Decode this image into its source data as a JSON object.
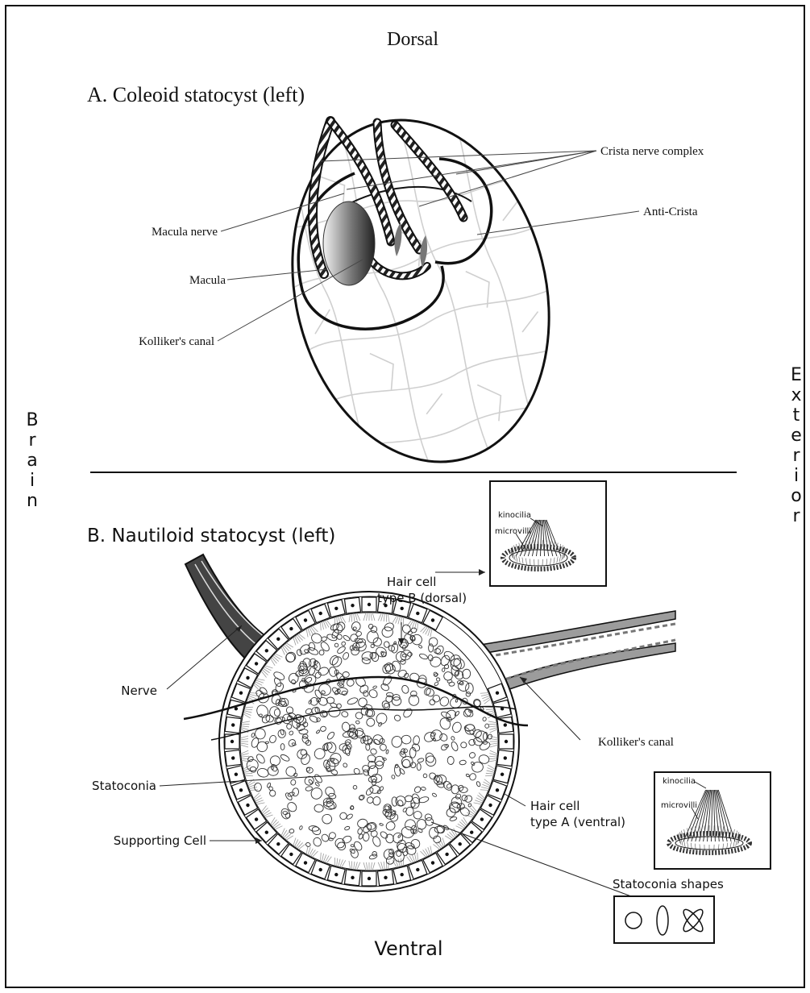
{
  "orientation": {
    "dorsal": "Dorsal",
    "ventral": "Ventral",
    "brain": [
      "B",
      "r",
      "a",
      "i",
      "n"
    ],
    "exterior": [
      "E",
      "x",
      "t",
      "e",
      "r",
      "i",
      "o",
      "r"
    ]
  },
  "panel_a": {
    "title": "A. Coleoid statocyst (left)",
    "labels": {
      "crista_nerve_complex": "Crista nerve complex",
      "anti_crista": "Anti-Crista",
      "macula_nerve": "Macula nerve",
      "macula": "Macula",
      "kollikers_canal": "Kolliker's canal"
    }
  },
  "panel_b": {
    "title": "B. Nautiloid statocyst (left)",
    "labels": {
      "nerve": "Nerve",
      "statoconia": "Statoconia",
      "supporting_cell": "Supporting Cell",
      "hair_cell_b_line1": "Hair cell",
      "hair_cell_b_line2": "type B (dorsal)",
      "hair_cell_a_line1": "Hair cell",
      "hair_cell_a_line2": "type A (ventral)",
      "kollikers_canal": "Kolliker's canal",
      "statoconia_shapes": "Statoconia shapes"
    },
    "inset_b": {
      "kinocilia": "kinocilia",
      "microvilli": "microvilli"
    },
    "inset_a": {
      "kinocilia": "kinocilia",
      "microvilli": "microvilli"
    }
  },
  "colors": {
    "ink": "#111111",
    "gray_fill": "#9c9c9c",
    "light_line": "#cfcfcf"
  }
}
